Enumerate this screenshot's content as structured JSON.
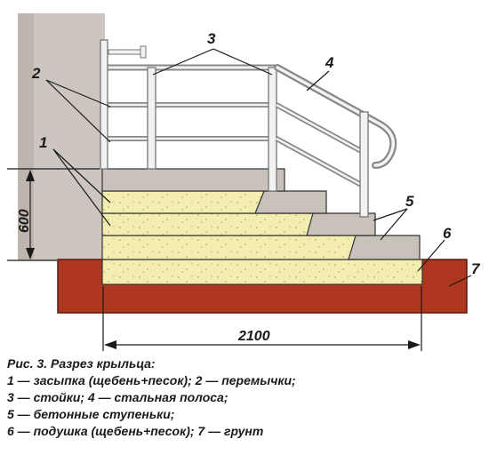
{
  "labels": {
    "n1": "1",
    "n2": "2",
    "n3": "3",
    "n4": "4",
    "n5": "5",
    "n6": "6",
    "n7": "7"
  },
  "dimensions": {
    "height": "600",
    "width": "2100"
  },
  "caption": {
    "title": "Рис. 3. Разрез крыльца:",
    "line1": "1 — засыпка (щебень+песок); 2 — перемычки;",
    "line2": "3 — стойки; 4 — стальная полоса;",
    "line3": "5 — бетонные ступеньки;",
    "line4": "6 — подушка (щебень+песок); 7 — грунт"
  },
  "colors": {
    "soil": "#b0371f",
    "fill": "#f3eeb0",
    "concrete": "#c9c2bb",
    "wall": "#cdc6c0",
    "steel": "#8a8a8a"
  }
}
